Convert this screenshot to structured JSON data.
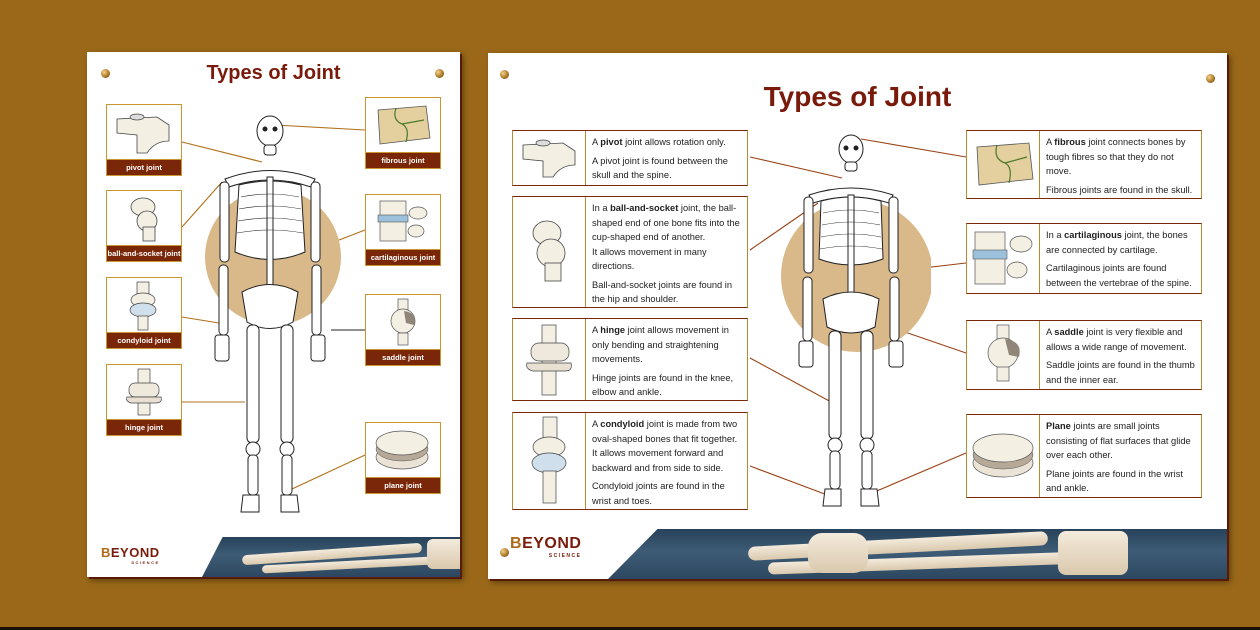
{
  "background_color": "#9a6818",
  "accent_colors": {
    "title": "#7a1a0a",
    "label_bar": "#7a2608",
    "card_border": "#c9962f",
    "body_circle": "#d9b889"
  },
  "poster_small": {
    "title": "Types of Joint",
    "labels": {
      "pivot": "pivot joint",
      "ball_and_socket": "ball-and-socket joint",
      "condyloid": "condyloid joint",
      "hinge": "hinge joint",
      "fibrous": "fibrous joint",
      "cartilaginous": "cartilaginous joint",
      "saddle": "saddle joint",
      "plane": "plane joint"
    },
    "logo": {
      "word": "EYOND",
      "initial": "B",
      "sub": "SCIENCE"
    }
  },
  "poster_large": {
    "title": "Types of Joint",
    "cards": {
      "pivot": {
        "bold": "pivot",
        "p1_pre": "A ",
        "p1_post": " joint allows rotation only.",
        "p2": "A pivot joint is found between the skull and the spine."
      },
      "ball_and_socket": {
        "bold": "ball-and-socket",
        "p1_pre": "In a ",
        "p1_post": " joint, the ball-shaped end of one bone fits into the cup-shaped end of another.",
        "p1b": "It allows movement in many directions.",
        "p2": "Ball-and-socket joints are found in the hip and shoulder."
      },
      "hinge": {
        "bold": "hinge",
        "p1_pre": "A ",
        "p1_post": " joint allows movement in only bending and straightening movements.",
        "p2": "Hinge joints are found in the knee, elbow and ankle."
      },
      "condyloid": {
        "bold": "condyloid",
        "p1_pre": "A ",
        "p1_post": " joint is made from two oval-shaped bones that fit together.",
        "p1b": "It allows movement forward and backward and from side to side.",
        "p2": "Condyloid joints are found in the wrist and toes."
      },
      "fibrous": {
        "bold": "fibrous",
        "p1_pre": "A ",
        "p1_post": " joint connects bones by tough fibres so that they do not move.",
        "p2": "Fibrous joints are found in the skull."
      },
      "cartilaginous": {
        "bold": "cartilaginous",
        "p1_pre": "In a ",
        "p1_post": " joint, the bones are connected by cartilage.",
        "p2": "Cartilaginous joints are found between the vertebrae of the spine."
      },
      "saddle": {
        "bold": "saddle",
        "p1_pre": "A ",
        "p1_post": " joint is very flexible and allows a wide range of movement.",
        "p2": "Saddle joints are found in the thumb and the inner ear."
      },
      "plane": {
        "bold": "Plane",
        "p1_pre": "",
        "p1_post": " joints are small joints consisting of flat surfaces that glide over each other.",
        "p2": "Plane joints are found in the wrist and ankle."
      }
    },
    "logo": {
      "word": "EYOND",
      "initial": "B",
      "sub": "SCIENCE"
    }
  }
}
